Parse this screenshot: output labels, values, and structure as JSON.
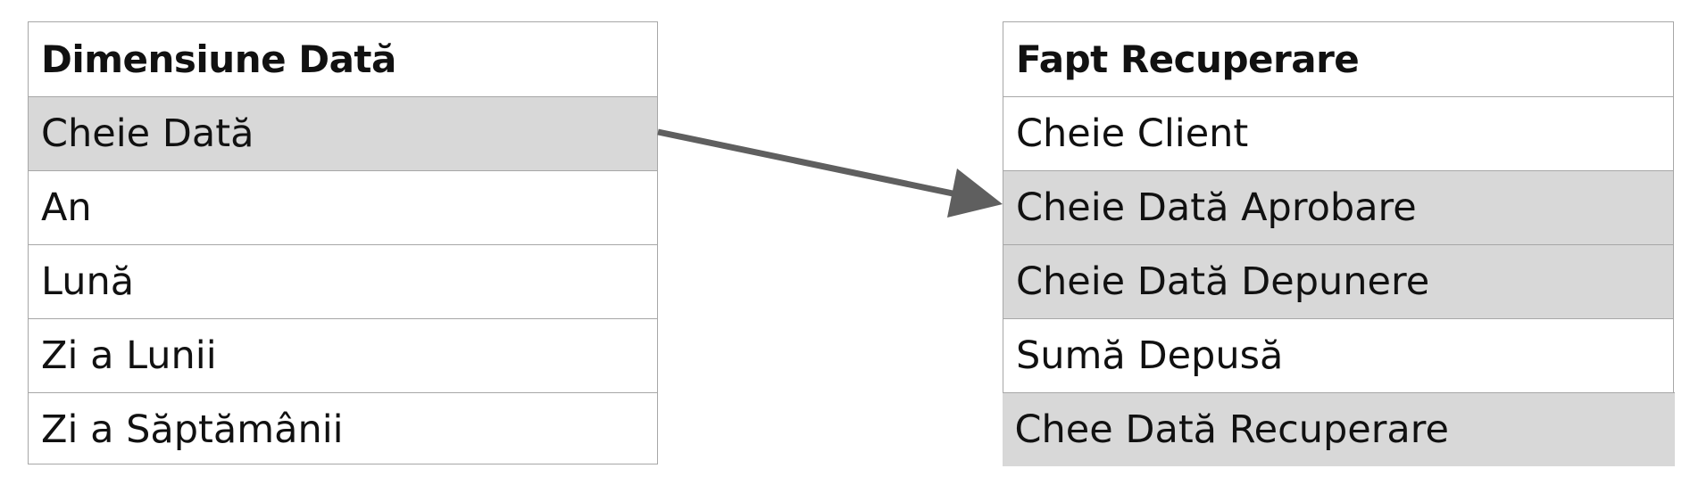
{
  "left_table": {
    "title": "Dimensiune Dată",
    "rows": [
      {
        "label": "Cheie Dată",
        "highlighted": true
      },
      {
        "label": "An",
        "highlighted": false
      },
      {
        "label": "Lună",
        "highlighted": false
      },
      {
        "label": "Zi a Lunii",
        "highlighted": false
      },
      {
        "label": "Zi a Săptămânii",
        "highlighted": false
      }
    ]
  },
  "right_table": {
    "title": "Fapt Recuperare",
    "rows": [
      {
        "label": "Cheie Client",
        "highlighted": false
      },
      {
        "label": "Cheie Dată Aprobare",
        "highlighted": true
      },
      {
        "label": "Cheie Dată Depunere",
        "highlighted": true
      },
      {
        "label": "Sumă Depusă",
        "highlighted": false
      },
      {
        "label": "Chee Dată Recuperare",
        "highlighted": true
      }
    ]
  },
  "relationship": {
    "from": "Cheie Dată",
    "to": "Cheie Dată Aprobare"
  },
  "colors": {
    "highlight": "#d8d8d8",
    "border": "#a7a7a7",
    "arrow": "#5f5f5f"
  }
}
